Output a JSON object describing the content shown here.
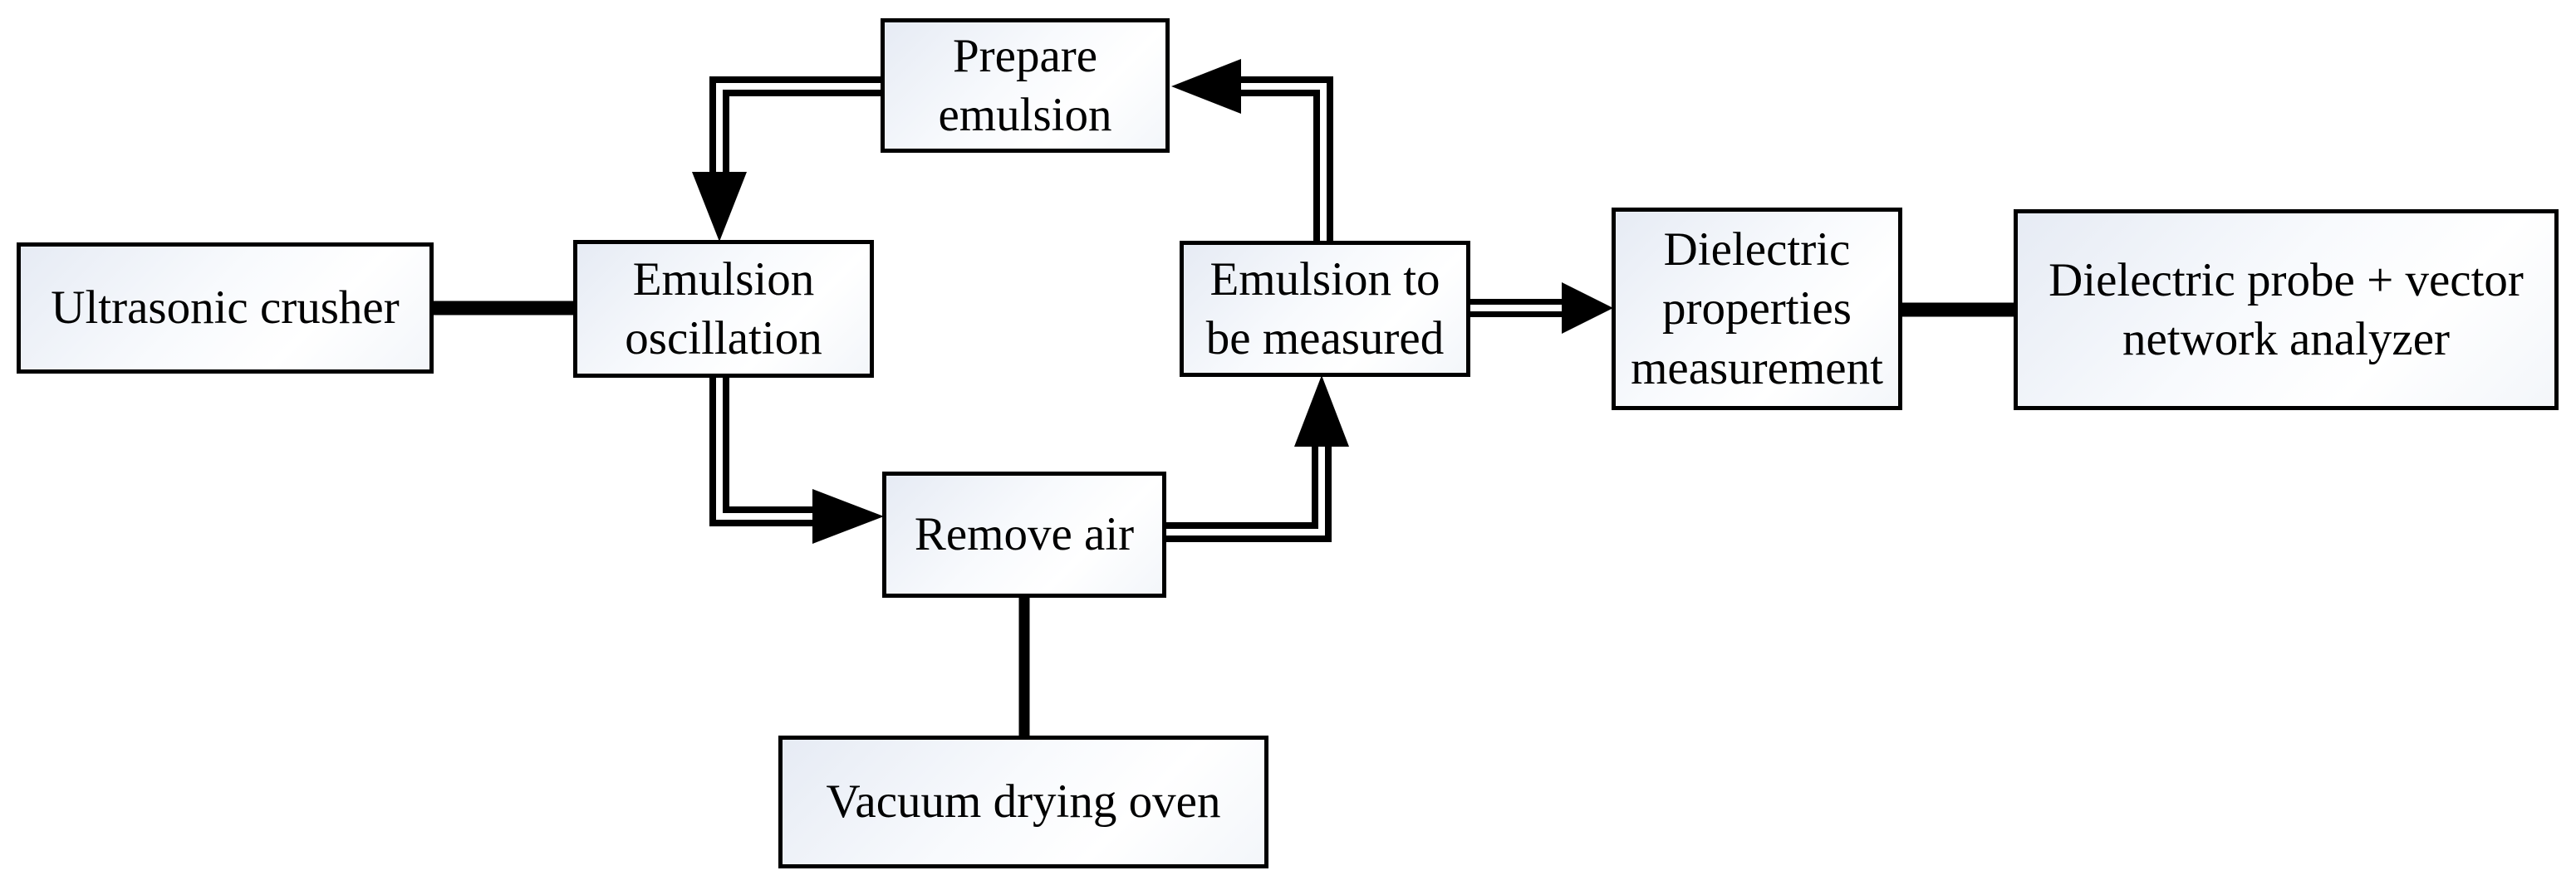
{
  "figure": {
    "type": "flowchart",
    "background": "#ffffff",
    "ink_color": "#000000",
    "box_fill_tint": "#e6ebf4",
    "box_fill_base": "#ffffff"
  },
  "nodes": {
    "ultrasonic_crusher": {
      "label": "Ultrasonic crusher"
    },
    "emulsion_oscillation": {
      "label": "Emulsion\noscillation"
    },
    "prepare_emulsion": {
      "label": "Prepare\nemulsion"
    },
    "remove_air": {
      "label": "Remove air"
    },
    "emulsion_to_be_measured": {
      "label": "Emulsion to\nbe measured"
    },
    "dielectric_properties_measurement": {
      "label": "Dielectric\nproperties\nmeasurement"
    },
    "dielectric_probe_vna": {
      "label": "Dielectric probe + vector\nnetwork analyzer"
    },
    "vacuum_drying_oven": {
      "label": "Vacuum drying oven"
    }
  },
  "edges": [
    {
      "from": "prepare_emulsion",
      "to": "emulsion_oscillation",
      "style": "double-line",
      "arrow": true
    },
    {
      "from": "ultrasonic_crusher",
      "to": "emulsion_oscillation",
      "style": "thick-line",
      "arrow": false
    },
    {
      "from": "emulsion_oscillation",
      "to": "remove_air",
      "style": "double-line",
      "arrow": true
    },
    {
      "from": "remove_air",
      "to": "vacuum_drying_oven",
      "style": "thick-line",
      "arrow": false
    },
    {
      "from": "remove_air",
      "to": "emulsion_to_be_measured",
      "style": "double-line",
      "arrow": true
    },
    {
      "from": "emulsion_to_be_measured",
      "to": "prepare_emulsion",
      "style": "double-line",
      "arrow": true
    },
    {
      "from": "emulsion_to_be_measured",
      "to": "dielectric_properties_measurement",
      "style": "double-line",
      "arrow": true
    },
    {
      "from": "dielectric_properties_measurement",
      "to": "dielectric_probe_vna",
      "style": "thick-line",
      "arrow": false
    }
  ]
}
